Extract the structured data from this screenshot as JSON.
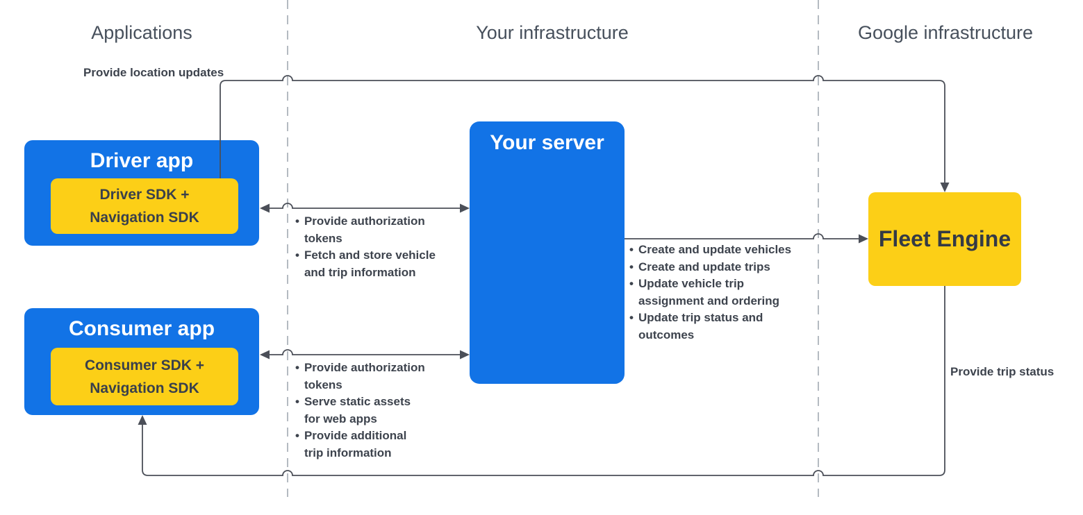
{
  "colors": {
    "blue": "#1273E6",
    "yellow": "#FCCF17",
    "ink": "#3D434D",
    "line": "#4B4F58",
    "dashed": "#B4BAC1",
    "header": "#47505C",
    "white": "#FFFFFF"
  },
  "column_headers": [
    {
      "label": "Applications"
    },
    {
      "label": "Your infrastructure"
    },
    {
      "label": "Google infrastructure"
    }
  ],
  "nodes": {
    "driver_app": {
      "title": "Driver app",
      "sdk": "Driver SDK +\nNavigation SDK"
    },
    "consumer_app": {
      "title": "Consumer app",
      "sdk": "Consumer SDK +\nNavigation SDK"
    },
    "your_server": {
      "title": "Your server"
    },
    "fleet_engine": {
      "title": "Fleet Engine"
    }
  },
  "edges": {
    "location_updates_label": "Provide location updates",
    "trip_status_label": "Provide trip status",
    "driver_to_server_bullets": [
      "Provide authorization\ntokens",
      "Fetch and store vehicle\nand trip information"
    ],
    "consumer_to_server_bullets": [
      "Provide authorization\ntokens",
      "Serve static assets\nfor web apps",
      "Provide additional\ntrip information"
    ],
    "server_to_fleet_bullets": [
      "Create and update vehicles",
      "Create and update trips",
      "Update vehicle trip\nassignment and ordering",
      "Update trip status and\noutcomes"
    ]
  }
}
